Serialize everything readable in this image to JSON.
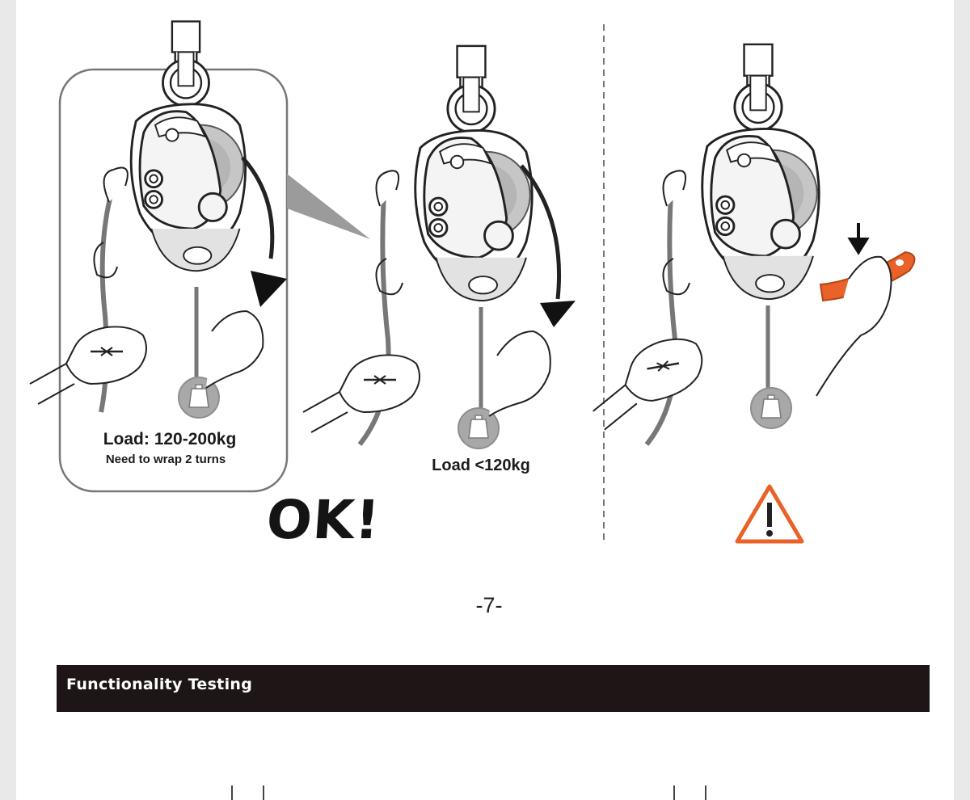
{
  "panels": {
    "left": {
      "load_label": "Load: 120-200kg",
      "note": "Need to wrap 2 turns"
    },
    "middle": {
      "load_label": "Load <120kg"
    },
    "status_ok": "OK!",
    "warning_icon": "warning-triangle-icon"
  },
  "footer": {
    "page_number": "-7-"
  },
  "section": {
    "title": "Functionality Testing"
  },
  "colors": {
    "accent_orange": "#e8622a",
    "section_bar": "#1e1616",
    "line": "#1f1f1f",
    "gray_fill": "#a8a8a8"
  }
}
